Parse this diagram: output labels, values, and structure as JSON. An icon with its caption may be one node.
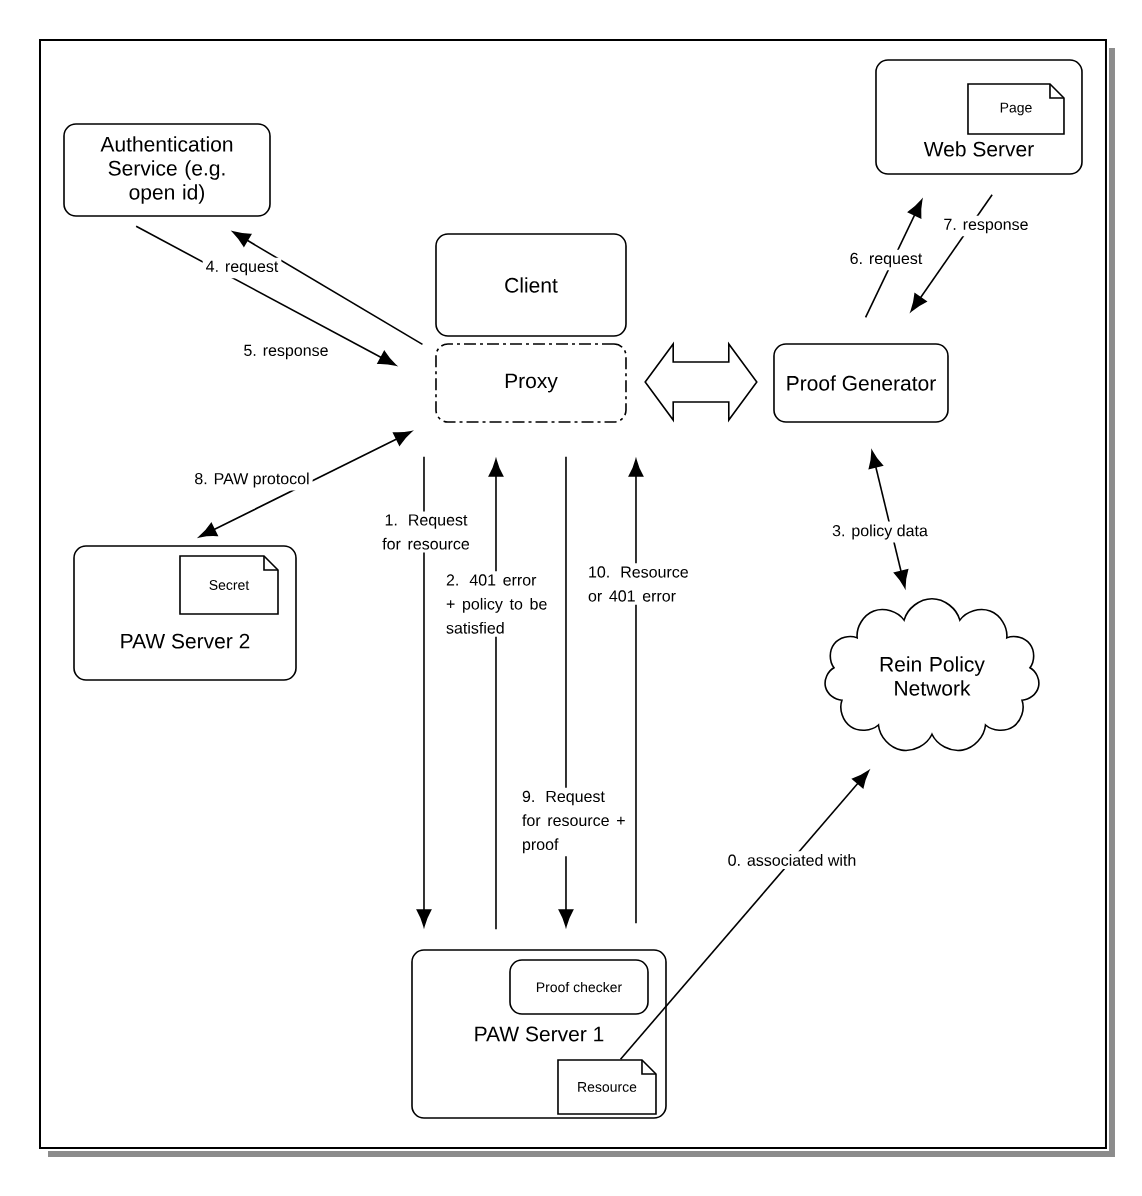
{
  "diagram": {
    "nodes": [
      {
        "text": [
          "Authentication Service (e.g. open id)"
        ]
      },
      {
        "text": [
          "Client"
        ]
      },
      {
        "text": [
          "Proxy"
        ]
      },
      {
        "text": [
          "Proof Generator"
        ]
      },
      {
        "text": [
          "Web Server"
        ]
      },
      {
        "text": [
          "Page"
        ],
        "in": 4
      },
      {
        "text": [
          "PAW Server 2"
        ]
      },
      {
        "text": [
          "Secret"
        ],
        "in": 6
      },
      {
        "text": [
          "Rein Policy Network"
        ]
      },
      {
        "text": [
          "PAW Server 1"
        ]
      },
      {
        "text": [
          "Proof checker"
        ],
        "in": 9
      },
      {
        "text": [
          "Resource"
        ],
        "in": 9
      }
    ],
    "edges": [
      {
        "from": 2,
        "to": 0,
        "arrow": "to",
        "label": "4. request"
      },
      {
        "from": 0,
        "to": 2,
        "arrow": "to",
        "label": "5. response"
      },
      {
        "from": 2,
        "to": 6,
        "arrow": "both",
        "label": "8. PAW protocol"
      },
      {
        "from": 2,
        "to": 9,
        "arrow": "to",
        "label": "1. Request for resource"
      },
      {
        "from": 9,
        "to": 2,
        "arrow": "to",
        "label": "2. 401 error + policy to be satisfied"
      },
      {
        "from": 2,
        "to": 9,
        "arrow": "to",
        "label": "9. Request for resource + proof"
      },
      {
        "from": 9,
        "to": 2,
        "arrow": "to",
        "label": "10. Resource or 401 error"
      },
      {
        "from": 2,
        "to": 3,
        "arrow": "both"
      },
      {
        "from": 3,
        "to": 4,
        "arrow": "to",
        "label": "6. request"
      },
      {
        "from": 4,
        "to": 3,
        "arrow": "to",
        "label": "7. response"
      },
      {
        "from": 3,
        "to": 8,
        "arrow": "both",
        "label": "3. policy data"
      },
      {
        "from": 11,
        "to": 8,
        "arrow": "to",
        "label": "0. associated with"
      }
    ]
  }
}
